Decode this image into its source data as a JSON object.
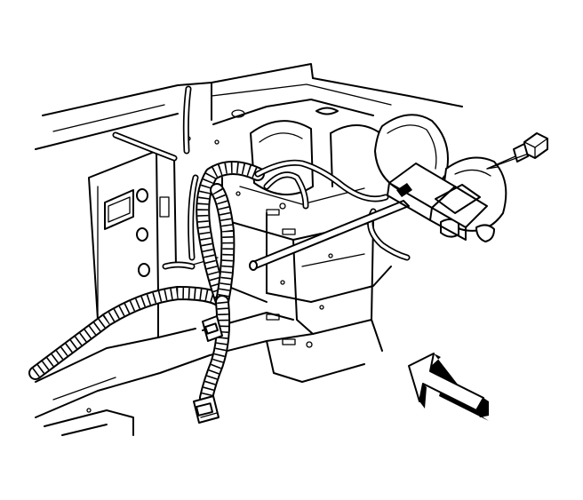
{
  "diagram": {
    "colors": {
      "line": "#000000",
      "background": "#ffffff"
    },
    "components": [
      "body-panel",
      "wiring-harness",
      "electrical-connector",
      "horn",
      "horn-bracket",
      "bolt",
      "view-direction-arrow"
    ]
  }
}
